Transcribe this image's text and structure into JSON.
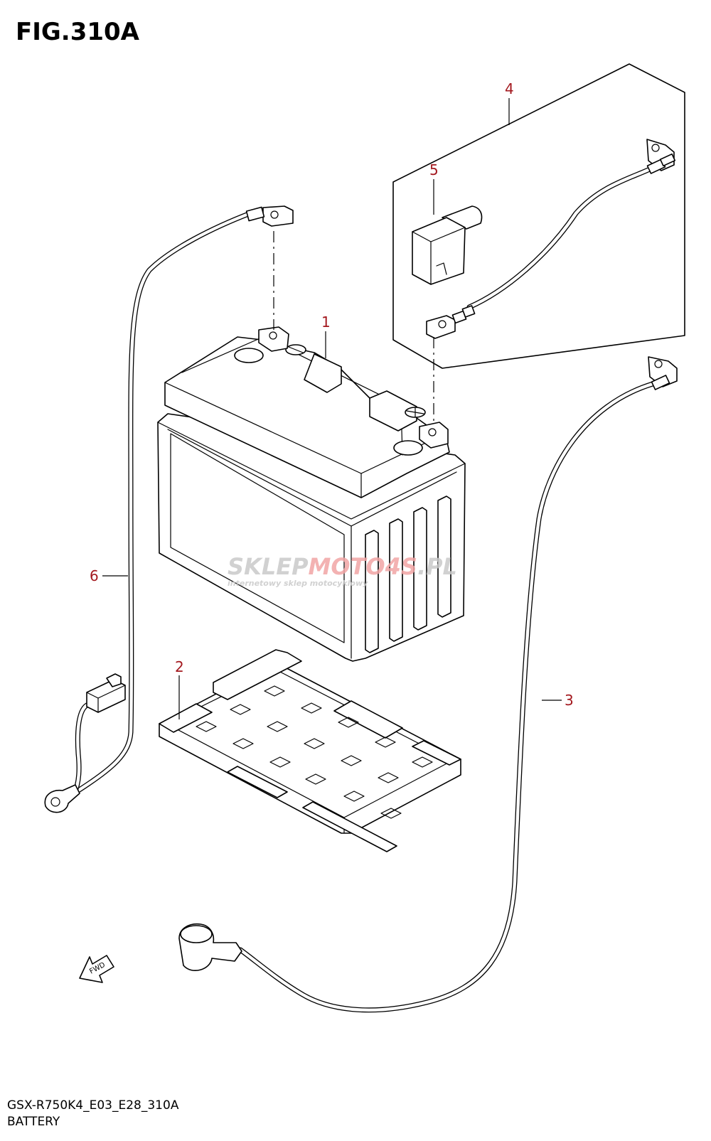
{
  "figure": {
    "title": "FIG.310A",
    "model_code": "GSX-R750K4_E03_E28_310A",
    "section_name": "BATTERY"
  },
  "callouts": [
    {
      "id": "battery",
      "label": "1"
    },
    {
      "id": "tray",
      "label": "2"
    },
    {
      "id": "minus-cable",
      "label": "3"
    },
    {
      "id": "cable-set",
      "label": "4"
    },
    {
      "id": "terminal-cap",
      "label": "5"
    },
    {
      "id": "harness",
      "label": "6"
    }
  ],
  "fwd_arrow": {
    "label": "FWD"
  },
  "watermark": {
    "part1": "SKLEP",
    "part2": "MOTO",
    "part3": "4S",
    "part4": ".PL",
    "tagline": "internetowy sklep motocyklowy",
    "colors": {
      "grey": "#c9c9c9",
      "red": "#f2a5a5"
    }
  },
  "colors": {
    "callout": "#a3181e",
    "line": "#000000"
  }
}
